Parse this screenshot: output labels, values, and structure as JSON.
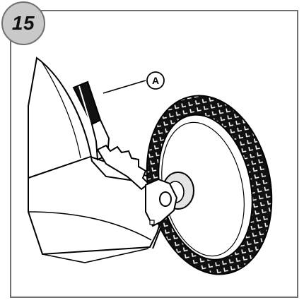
{
  "figure": {
    "number": "15",
    "callouts": [
      {
        "letter": "A",
        "target": "height-adjustment-lever"
      }
    ]
  },
  "colors": {
    "frame": "#6f6f6f",
    "badge_fill": "#c9c9c9",
    "line_art": "#000000",
    "tire": "#111111",
    "hub_shade": "#e4e4e4"
  }
}
